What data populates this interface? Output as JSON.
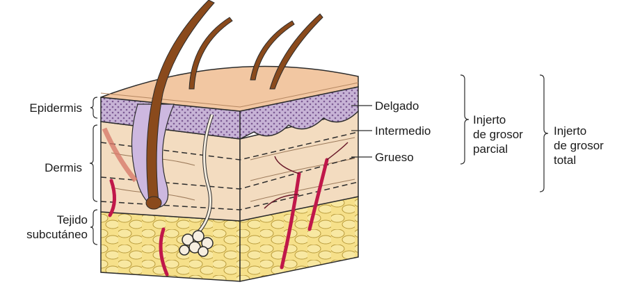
{
  "labels": {
    "epidermis": "Epidermis",
    "dermis": "Dermis",
    "subcutaneous_line1": "Tejido",
    "subcutaneous_line2": "subcutáneo",
    "thin": "Delgado",
    "intermediate": "Intermedio",
    "thick": "Grueso",
    "partial_line1": "Injerto",
    "partial_line2": "de grosor",
    "partial_line3": "parcial",
    "full_line1": "Injerto",
    "full_line2": "de grosor",
    "full_line3": "total"
  },
  "colors": {
    "outline": "#2b2b2b",
    "skin_surface": "#f2c7a2",
    "epidermis": "#c7b3d6",
    "dermis": "#f3dcc0",
    "fat": "#f6e08a",
    "hair": "#8a4a1c",
    "vessel": "#c0174a"
  }
}
